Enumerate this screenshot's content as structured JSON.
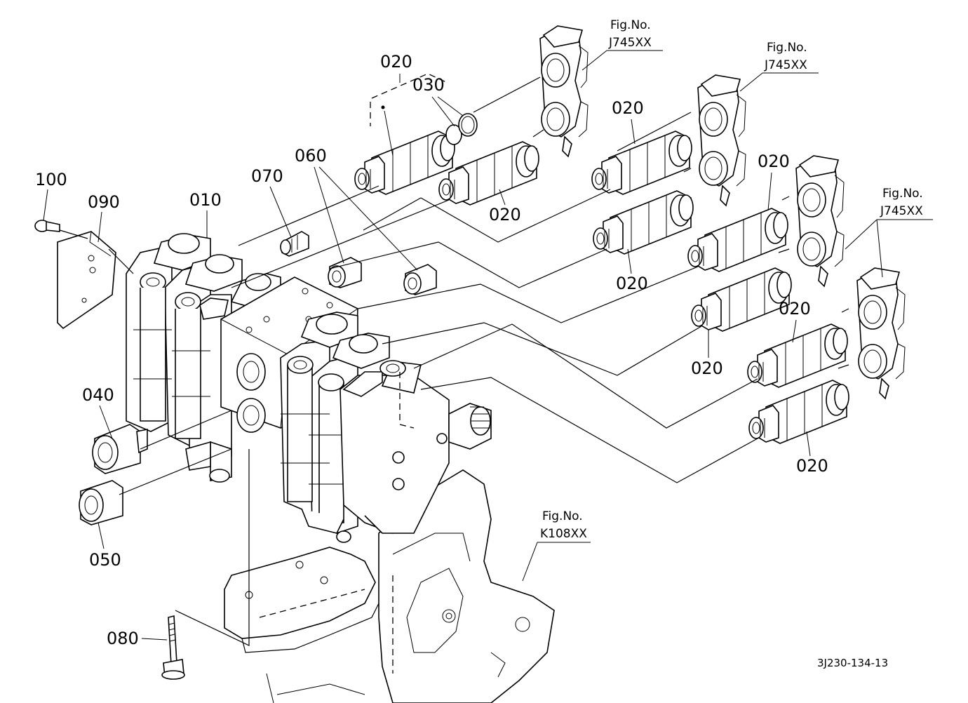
{
  "part_labels": {
    "p010": "010",
    "p020": "020",
    "p030": "030",
    "p040": "040",
    "p050": "050",
    "p060": "060",
    "p070": "070",
    "p080": "080",
    "p090": "090",
    "p100": "100"
  },
  "fig_refs": {
    "fig_no_label": "Fig.No.",
    "coupler_fig": "J745XX",
    "frame_fig": "K108XX"
  },
  "drawing_code": "3J230-134-13"
}
